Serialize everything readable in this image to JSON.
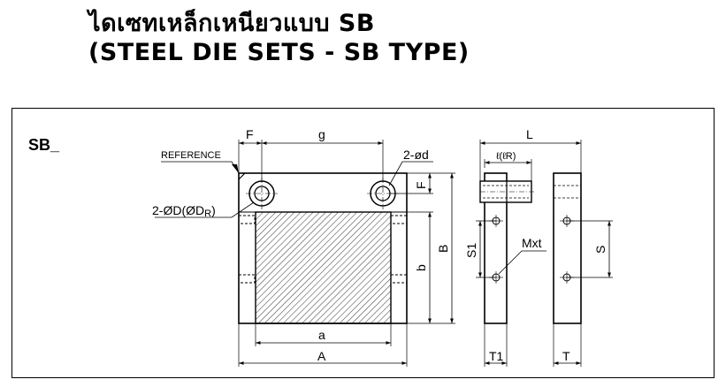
{
  "title": {
    "thai": "ไดเซทเหล็กเหนียวแบบ SB",
    "english": "(STEEL DIE SETS - SB TYPE)"
  },
  "diagram": {
    "model_label": "SB_",
    "labels": {
      "F_top": "F",
      "g": "g",
      "reference": "REFERENCE",
      "hole_d": "2-ød",
      "hole_D": "2-ØD(ØD",
      "hole_D_sub": "R",
      "hole_D_close": ")",
      "F_side": "F",
      "b": "b",
      "B": "B",
      "a": "a",
      "A": "A",
      "L": "L",
      "l": "ℓ(ℓR)",
      "S1": "S1",
      "Mxt": "Mxt",
      "S": "S",
      "T1": "T1",
      "T": "T"
    }
  }
}
